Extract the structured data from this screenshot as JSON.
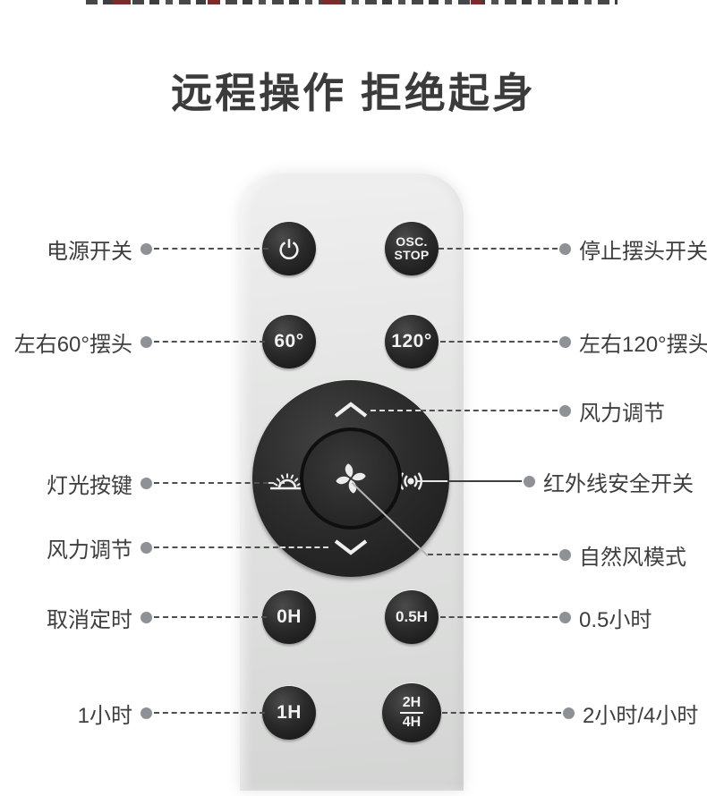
{
  "page": {
    "title": "远程操作 拒绝起身"
  },
  "colors": {
    "remote_body": "#e4e5e4",
    "button_dark": "#1f1f1f",
    "button_text": "#f2f2f2",
    "label_text": "#3e3e3e",
    "callout_dot": "#8e9297",
    "title_text": "#3b3b3b"
  },
  "remote": {
    "buttons": {
      "power": {
        "icon": "power-icon"
      },
      "osc_stop": {
        "line1": "OSC.",
        "line2": "STOP"
      },
      "swing60": {
        "label": "60°"
      },
      "swing120": {
        "label": "120°"
      },
      "timer_cancel": {
        "label": "0H"
      },
      "timer_half": {
        "label": "0.5H"
      },
      "timer_one": {
        "label": "1H"
      },
      "timer_two_four": {
        "top": "2H",
        "bottom": "4H"
      }
    },
    "dpad_icons": {
      "up": "chevron-up-icon",
      "down": "chevron-down-icon",
      "left": "light-icon",
      "right": "infrared-signal-icon",
      "center": "fan-icon"
    }
  },
  "callouts": {
    "left": [
      {
        "label": "电源开关"
      },
      {
        "label": "左右60°摆头"
      },
      {
        "label": "灯光按键"
      },
      {
        "label": "风力调节"
      },
      {
        "label": "取消定时"
      },
      {
        "label": "1小时"
      }
    ],
    "right": [
      {
        "label": "停止摆头开关"
      },
      {
        "label": "左右120°摆头"
      },
      {
        "label": "风力调节"
      },
      {
        "label": "红外线安全开关"
      },
      {
        "label": "自然风模式"
      },
      {
        "label": "0.5小时"
      },
      {
        "label": "2小时/4小时"
      }
    ]
  }
}
